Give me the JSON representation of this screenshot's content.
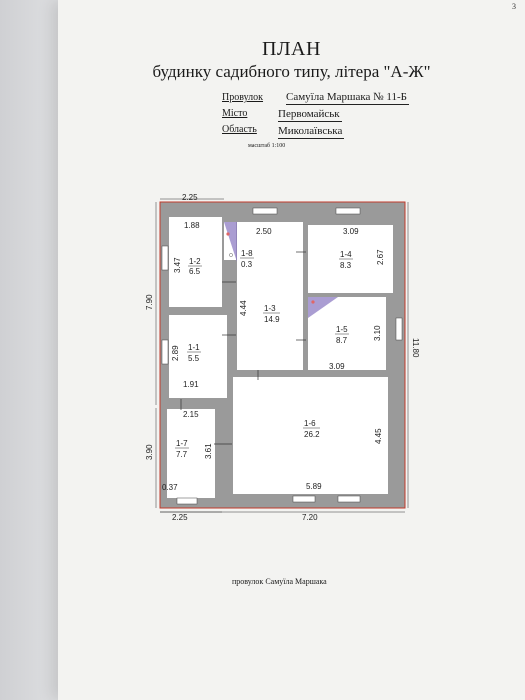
{
  "page": {
    "corner_mark": "3",
    "title": "ПЛАН",
    "subtitle": "будинку садибного типу, літера \"А-Ж\"",
    "info": [
      {
        "label": "Провулок",
        "value": "Самуїла Маршака № 11-Б"
      },
      {
        "label": "Місто",
        "value": "Первомайськ"
      },
      {
        "label": "Область",
        "value": "Миколаївська"
      }
    ],
    "scale": "масштаб 1:100",
    "street_label": "провулок Самуїла Маршака"
  },
  "plan": {
    "outer_dims": {
      "top_left_width": "2.25",
      "left_upper_height": "7.90",
      "left_lower_height": "3.90",
      "bottom_left_width": "2.25",
      "bottom_total_width": "7.20",
      "right_total_height": "11.80"
    },
    "rooms": [
      {
        "id": "1-1",
        "area": "5.5"
      },
      {
        "id": "1-2",
        "area": "6.5"
      },
      {
        "id": "1-3",
        "area": "14.9"
      },
      {
        "id": "1-4",
        "area": "8.3"
      },
      {
        "id": "1-5",
        "area": "8.7"
      },
      {
        "id": "1-6",
        "area": "26.2"
      },
      {
        "id": "1-7",
        "area": "7.7"
      },
      {
        "id": "1-8",
        "area": "0.3"
      }
    ],
    "inner_dims": {
      "r12_width": "1.88",
      "r12_height": "3.47",
      "r13_width": "2.50",
      "r13_height": "4.44",
      "r14_width": "3.09",
      "r14_height": "2.67",
      "r15_height": "3.10",
      "r15_width": "3.09",
      "r11_height": "2.89",
      "r11_width": "1.91",
      "r17_width": "2.15",
      "r17_height": "3.61",
      "r17_small": "0.37",
      "r16_width": "5.89",
      "r16_height": "4.45"
    },
    "colors": {
      "wall": "#9a9a9a",
      "outline": "#c0392b",
      "stair": "#8e7cc3",
      "stair_accent": "#e06666"
    }
  }
}
